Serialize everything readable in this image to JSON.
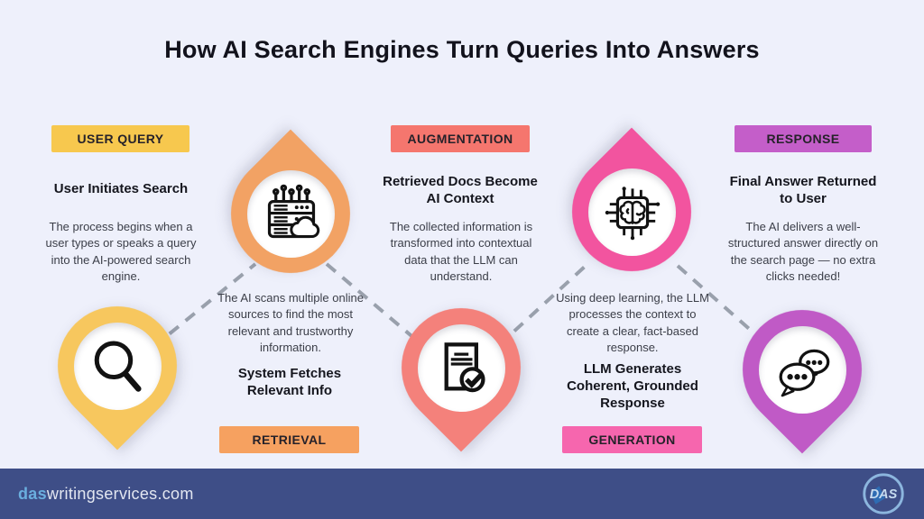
{
  "title": "How AI Search Engines Turn Queries Into Answers",
  "colors": {
    "background": "#eef0fb",
    "dash_line": "#99a0ac",
    "title_text": "#12121c",
    "heading_text": "#15161e",
    "body_text": "#3b3e48",
    "footer_bg": "#3e4e87",
    "footer_accent": "#6aaede",
    "footer_text": "#e3e7f1"
  },
  "stages": [
    {
      "badge": "USER QUERY",
      "badge_position": "top",
      "badge_color": "#f7c84e",
      "pin_color": "#f7c75e",
      "pin_direction": "down",
      "icon": "magnifier-icon",
      "heading": "User Initiates Search",
      "body": "The process begins when a user types or speaks a query into the AI-powered search engine."
    },
    {
      "badge": "RETRIEVAL",
      "badge_position": "bottom",
      "badge_color": "#f6a160",
      "pin_color": "#f2a264",
      "pin_direction": "up",
      "icon": "server-cloud-icon",
      "heading": "System Fetches Relevant Info",
      "body": "The AI scans multiple online sources to find the most relevant and trustworthy information."
    },
    {
      "badge": "AUGMENTATION",
      "badge_position": "top",
      "badge_color": "#f5766e",
      "pin_color": "#f4817b",
      "pin_direction": "down",
      "icon": "document-check-icon",
      "heading": "Retrieved Docs Become AI Context",
      "body": "The collected information is transformed into contextual data that the LLM can understand."
    },
    {
      "badge": "GENERATION",
      "badge_position": "bottom",
      "badge_color": "#f666ae",
      "pin_color": "#f2549f",
      "pin_direction": "up",
      "icon": "brain-chip-icon",
      "heading": "LLM Generates Coherent, Grounded Response",
      "body": "Using deep learning, the LLM processes the context to create a clear, fact-based response."
    },
    {
      "badge": "RESPONSE",
      "badge_position": "top",
      "badge_color": "#c45ec9",
      "pin_color": "#c05ac6",
      "pin_direction": "down",
      "icon": "chat-bubbles-icon",
      "heading": "Final Answer Returned to User",
      "body": "The AI delivers a well-structured answer directly on the search page — no extra clicks needed!"
    }
  ],
  "footer": {
    "site_prefix": "das",
    "site_rest": "writingservices.com",
    "logo_text": "DAS"
  }
}
